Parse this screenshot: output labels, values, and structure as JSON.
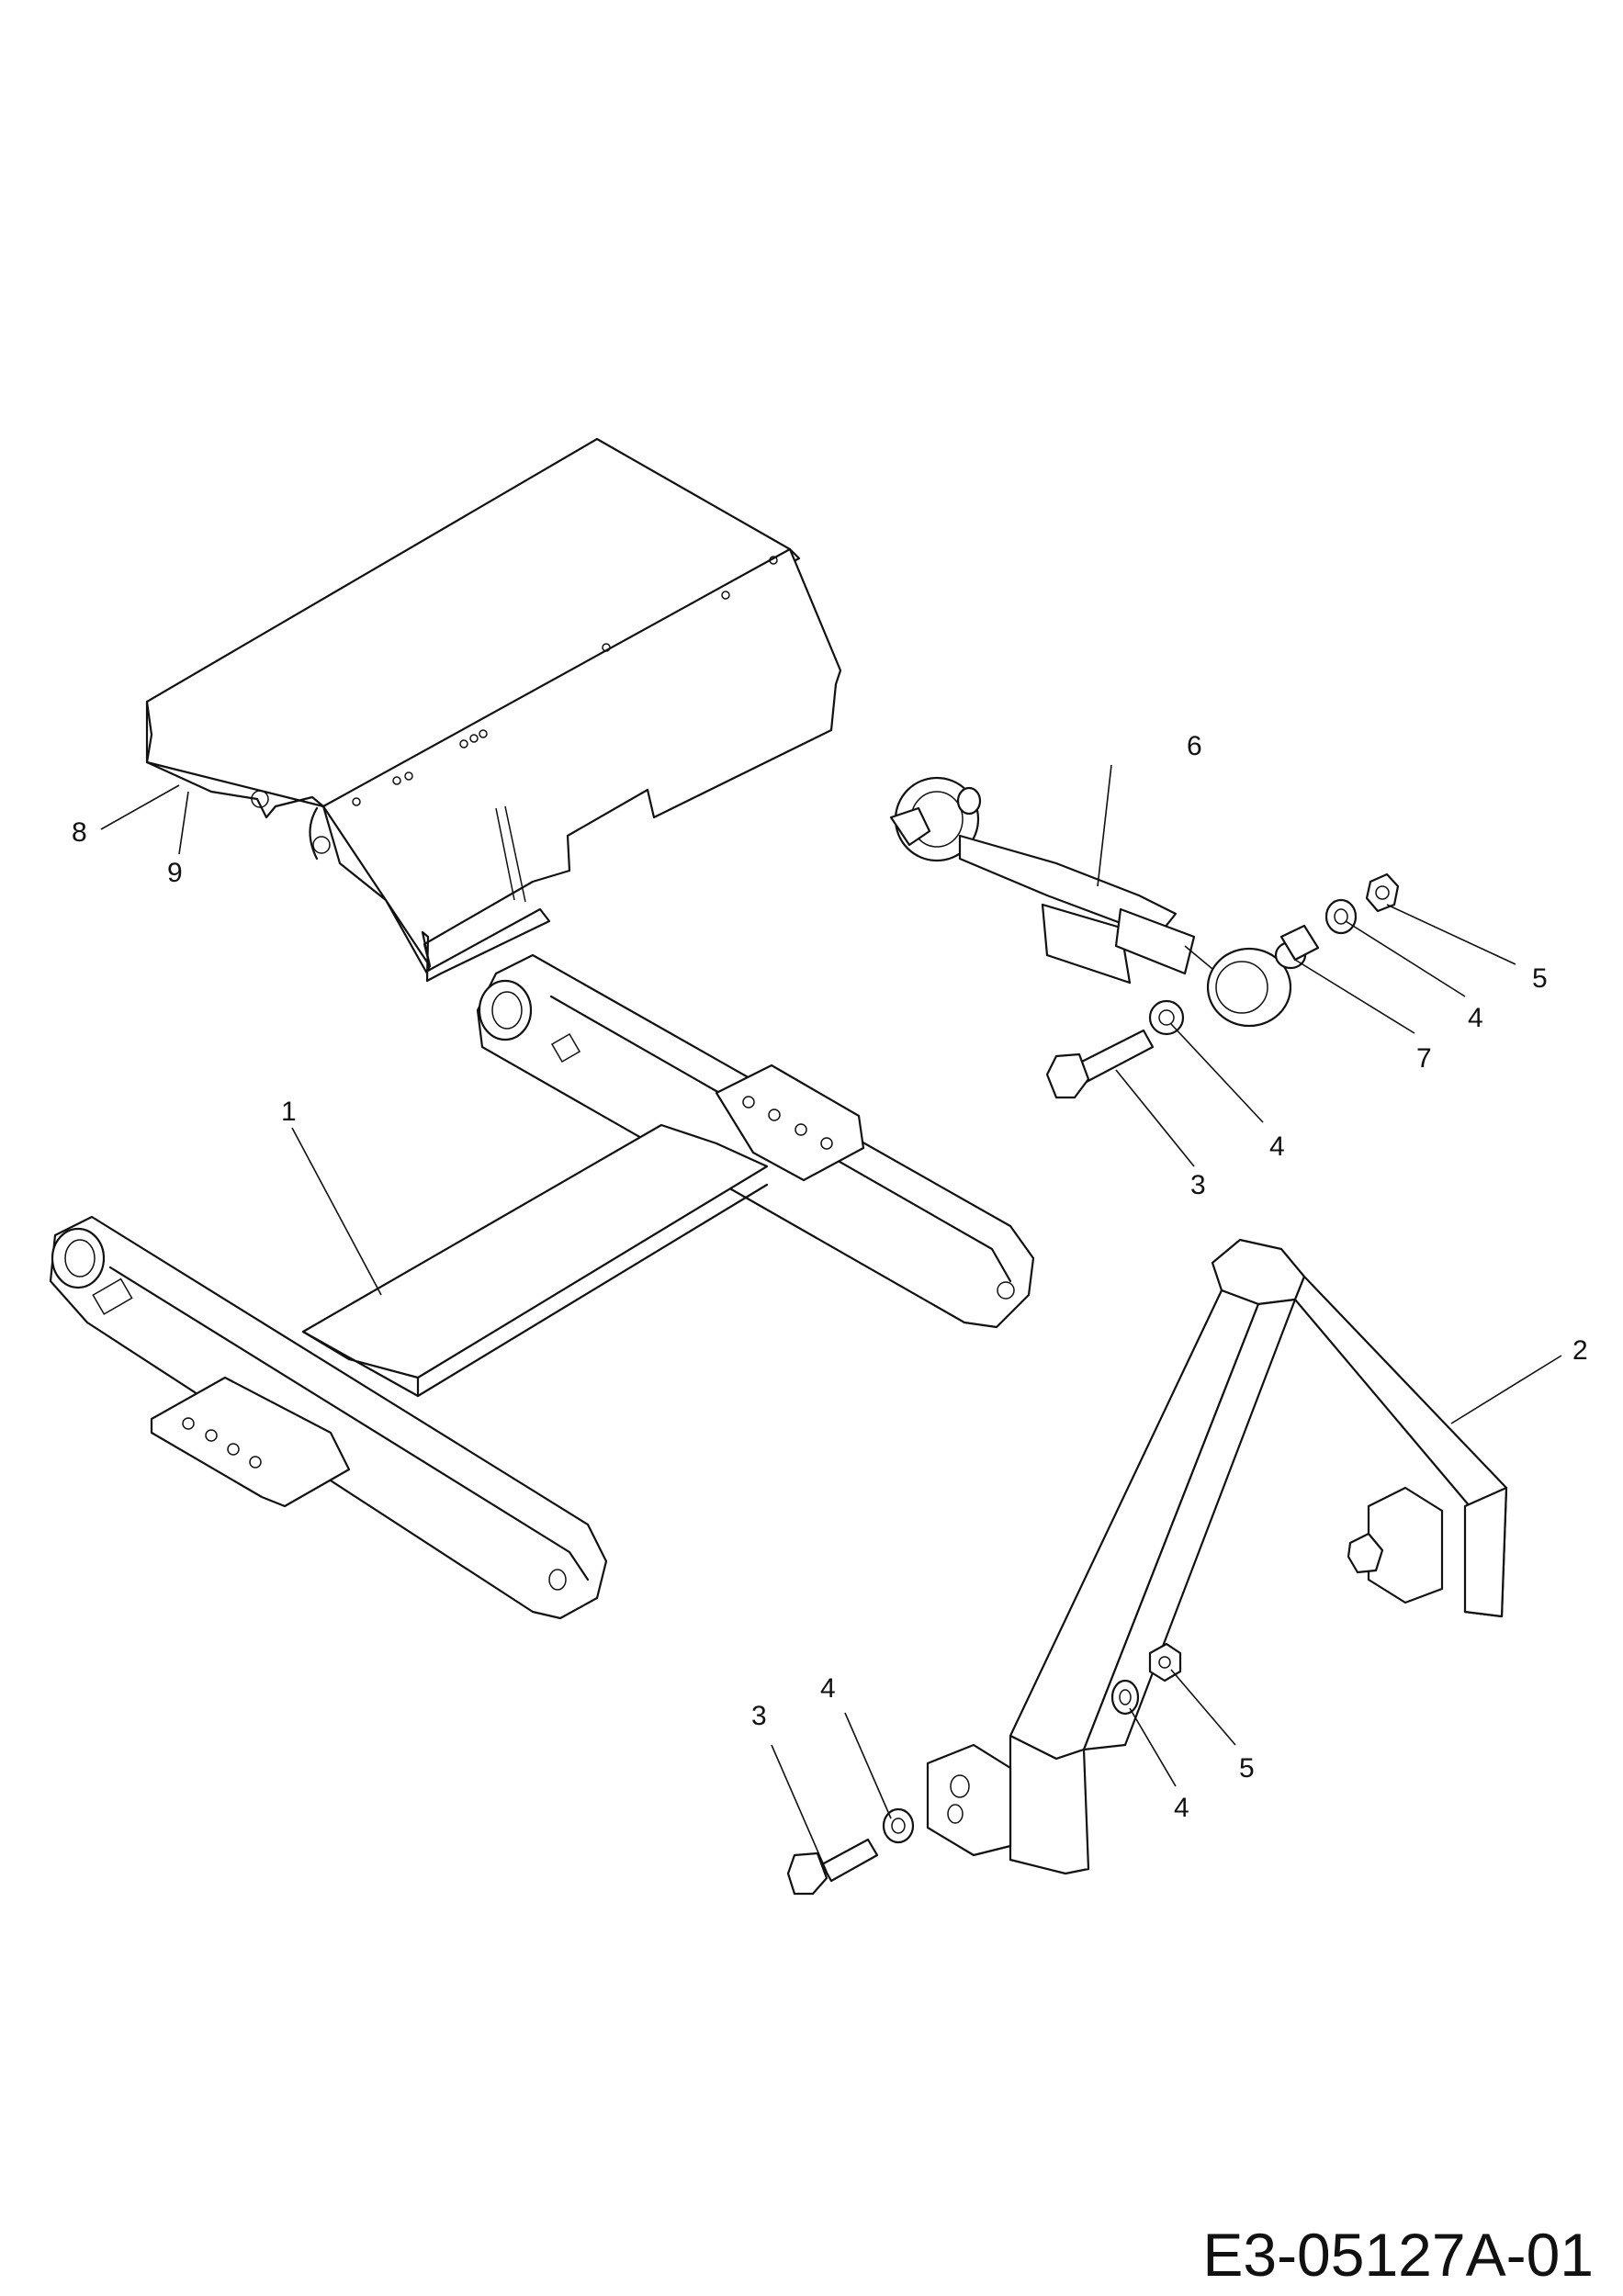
{
  "callouts": {
    "c1": "1",
    "c2": "2",
    "c3a": "3",
    "c3b": "3",
    "c4a": "4",
    "c4b": "4",
    "c4c": "4",
    "c4d": "4",
    "c5a": "5",
    "c5b": "5",
    "c6": "6",
    "c7": "7",
    "c8": "8",
    "c9": "9"
  },
  "document_id": "E3-05127A-01"
}
